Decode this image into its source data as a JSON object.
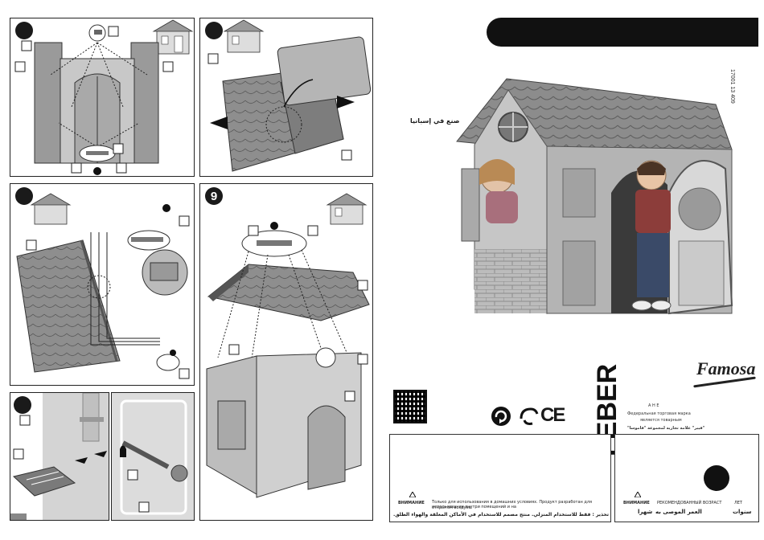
{
  "steps": {
    "step9": "9"
  },
  "cover": {
    "made_in_arabic": "صنع في إسبانيا",
    "product_code": "17001 13 409",
    "brand_feber": "FEBER",
    "brand_famosa": "Famosa",
    "ru_trademark_1": "Федеральная торговая марка",
    "ru_trademark_2": "является товарным",
    "arabic_trademark": "\"فيبر\" علامة تجارية لمجموعة \"فاموسا\"",
    "letters_small": "A   H   E",
    "ce_mark": "CE"
  },
  "warnings": {
    "left": {
      "warning_ru": "ВНИМАНИЕ",
      "ru_text_1": "Только для использования в домашних условиях. Продукт разработан для использования внутри помещений и на",
      "ru_text_2": "открытом воздухе.",
      "arabic_text": "تحذير : فقط للاستخدام المنزلي. منتج مصمم للاستخدام في الأماكن المغلقة والهواء الطلق."
    },
    "right": {
      "warning_ru": "ВНИМАНИЕ",
      "age_label_ru": "РЕКОМЕНДОВАННЫЙ ВОЗРАСТ",
      "years_ru": "ЛЕТ",
      "arabic_age": "العمر الموصى به",
      "arabic_plus": "شهرا",
      "arabic_years": "سنوات"
    }
  },
  "colors": {
    "ink": "#1a1a1a",
    "tile": "#8a8a8a",
    "wall": "#c9c9c9"
  }
}
